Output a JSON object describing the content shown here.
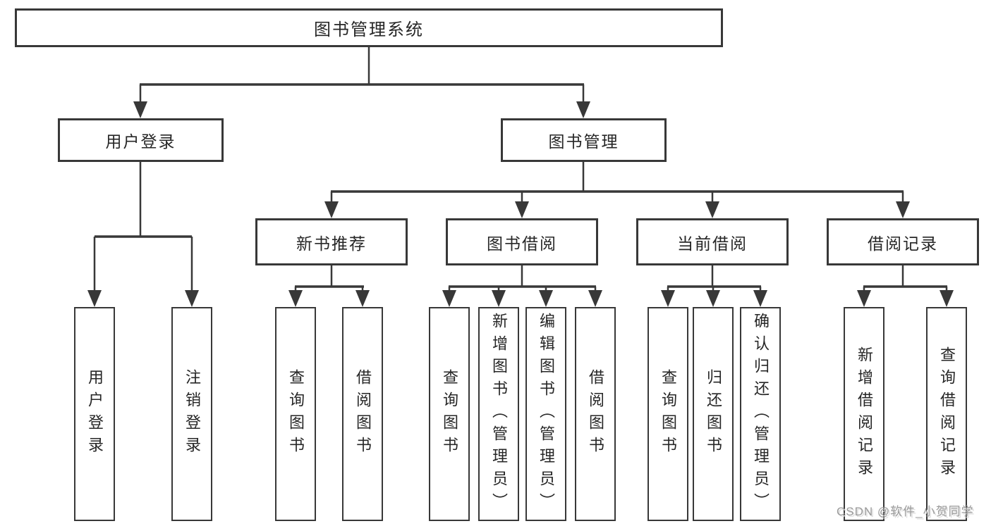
{
  "nodes": {
    "root": {
      "label": "图书管理系统"
    },
    "login": {
      "label": "用户登录"
    },
    "management": {
      "label": "图书管理"
    },
    "new_books": {
      "label": "新书推荐"
    },
    "book_borrow": {
      "label": "图书借阅"
    },
    "current_borrow": {
      "label": "当前借阅"
    },
    "borrow_records": {
      "label": "借阅记录"
    },
    "leaf_user_login": {
      "label": "用户登录"
    },
    "leaf_logout": {
      "label": "注销登录"
    },
    "leaf_nb_query": {
      "label": "查询图书"
    },
    "leaf_nb_borrow": {
      "label": "借阅图书"
    },
    "leaf_bb_query": {
      "label": "查询图书"
    },
    "leaf_bb_add": {
      "label": "新增图书（管理员）"
    },
    "leaf_bb_edit": {
      "label": "编辑图书（管理员）"
    },
    "leaf_bb_borrow": {
      "label": "借阅图书"
    },
    "leaf_cb_query": {
      "label": "查询图书"
    },
    "leaf_cb_return": {
      "label": "归还图书"
    },
    "leaf_cb_confirm": {
      "label": "确认归还（管理员）"
    },
    "leaf_br_add": {
      "label": "新增借阅记录"
    },
    "leaf_br_query": {
      "label": "查询借阅记录"
    }
  },
  "hierarchy": {
    "图书管理系统": {
      "用户登录": [
        "用户登录",
        "注销登录"
      ],
      "图书管理": {
        "新书推荐": [
          "查询图书",
          "借阅图书"
        ],
        "图书借阅": [
          "查询图书",
          "新增图书（管理员）",
          "编辑图书（管理员）",
          "借阅图书"
        ],
        "当前借阅": [
          "查询图书",
          "归还图书",
          "确认归还（管理员）"
        ],
        "借阅记录": [
          "新增借阅记录",
          "查询借阅记录"
        ]
      }
    }
  },
  "watermark": {
    "text": "CSDN @软件_小贺同学"
  },
  "colors": {
    "line": "#383838",
    "text": "#262626",
    "watermark": "#9b9b9b",
    "background": "#ffffff"
  }
}
